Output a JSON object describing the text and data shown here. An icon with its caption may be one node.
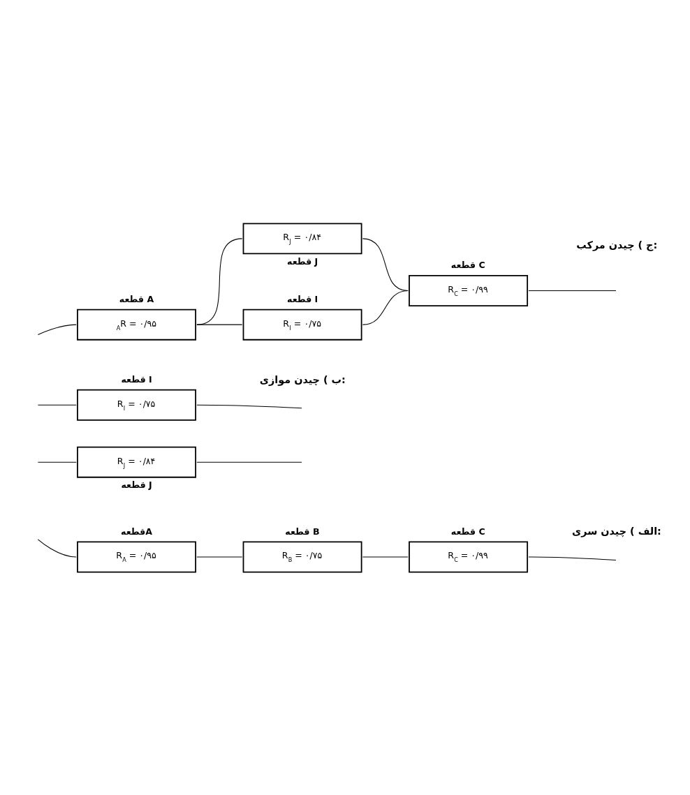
{
  "diagram": {
    "nodes": [
      {
        "text": [
          "قطعهA",
          "R$_{A}$ = ۰/۹۵"
        ]
      },
      {
        "text": [
          "قطعه B",
          "R$_{B}$ = ۰/۷۵"
        ]
      },
      {
        "text": [
          "قطعه C",
          "R$_{C}$ = ۰/۹۹"
        ]
      },
      {
        "text": [
          "قطعه I",
          "R$_{I}$ = ۰/۷۵"
        ]
      },
      {
        "text": [
          "R$_{J}$ = ۰/۸۴",
          "قطعه J"
        ]
      },
      {
        "text": [
          "قطعه A",
          "$_{A}$R = ۰/۹۵"
        ]
      },
      {
        "text": [
          "قطعه I",
          "R$_{I}$ = ۰/۷۵"
        ]
      },
      {
        "text": [
          "R$_{J}$ = ۰/۸۴",
          "قطعه J"
        ]
      },
      {
        "text": [
          "قطعه C",
          "R$_{C}$ = ۰/۹۹"
        ]
      }
    ],
    "edges": [
      {
        "from": null,
        "to": 0,
        "arrow": "none"
      },
      {
        "from": 0,
        "to": 1,
        "arrow": "none"
      },
      {
        "from": 1,
        "to": 2,
        "arrow": "none"
      },
      {
        "from": 2,
        "to": null,
        "arrow": "none"
      },
      {
        "from": null,
        "to": 3,
        "arrow": "none"
      },
      {
        "from": null,
        "to": 4,
        "arrow": "none"
      },
      {
        "from": 3,
        "to": null,
        "arrow": "none"
      },
      {
        "from": 4,
        "to": null,
        "arrow": "none"
      },
      {
        "from": null,
        "to": 5,
        "arrow": "none"
      },
      {
        "from": 5,
        "to": 6,
        "arrow": "none"
      },
      {
        "from": 5,
        "to": 7,
        "arrow": "none"
      },
      {
        "from": 6,
        "to": 8,
        "arrow": "none"
      },
      {
        "from": 7,
        "to": 8,
        "arrow": "none"
      },
      {
        "from": 8,
        "to": null,
        "arrow": "none"
      }
    ],
    "labels": [
      "الف ) چیدن سری:",
      "ب ) چیدن موازی:",
      "ج ) چیدن مرکب:"
    ]
  }
}
